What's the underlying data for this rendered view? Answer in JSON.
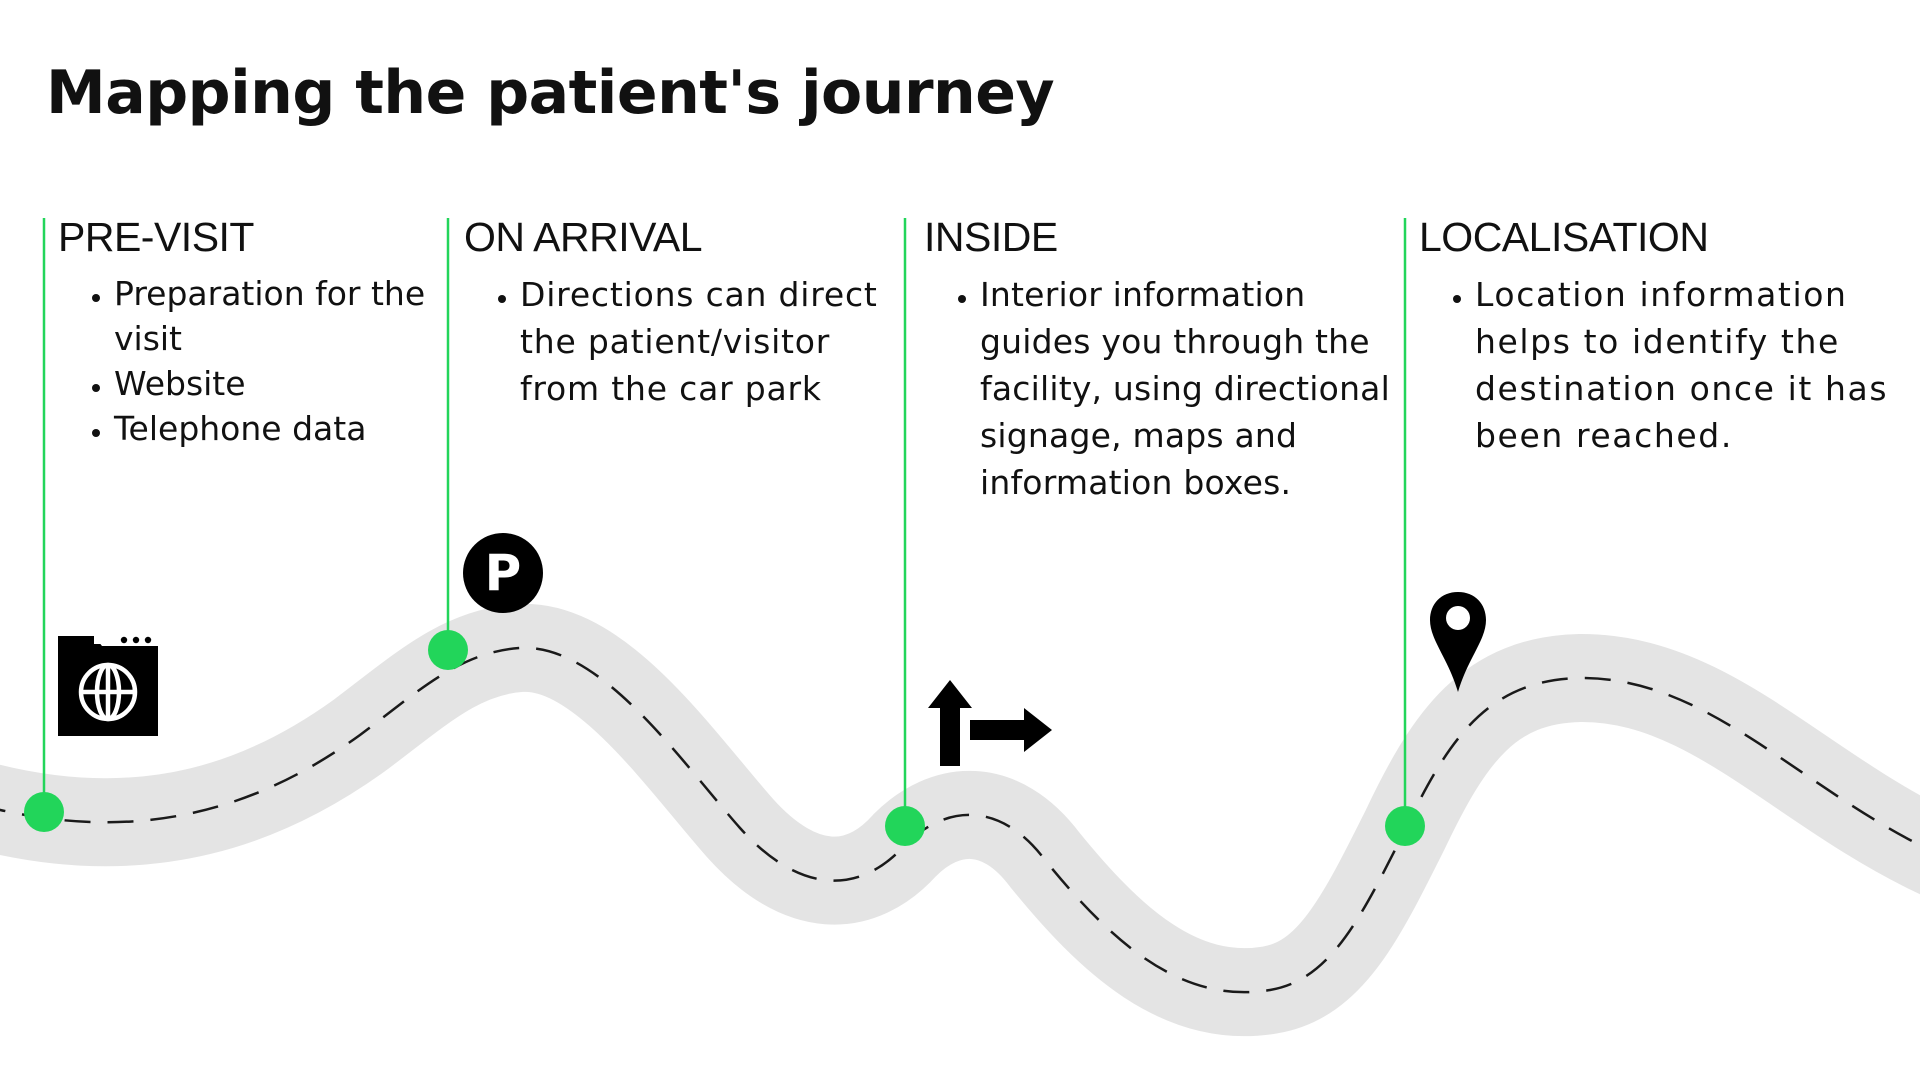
{
  "title": "Mapping the patient's journey",
  "colors": {
    "accent": "#22d55a",
    "road": "#e4e4e4",
    "dash": "#1a1a1a",
    "icon": "#000000"
  },
  "stages": [
    {
      "heading": "PRE-VISIT",
      "icon": "globe-folder-icon",
      "bullets": [
        "Preparation for the visit",
        "Website",
        "Telephone data"
      ]
    },
    {
      "heading": "ON ARRIVAL",
      "icon": "parking-icon",
      "bullets": [
        "Directions can direct the patient/visitor from the car park"
      ]
    },
    {
      "heading": "INSIDE",
      "icon": "direction-arrows-icon",
      "bullets": [
        "Interior information guides you through the facility, using directional signage, maps and information boxes."
      ]
    },
    {
      "heading": "LOCALISATION",
      "icon": "location-pin-icon",
      "bullets": [
        "Location information helps to identify the destination once it has been reached."
      ]
    }
  ]
}
